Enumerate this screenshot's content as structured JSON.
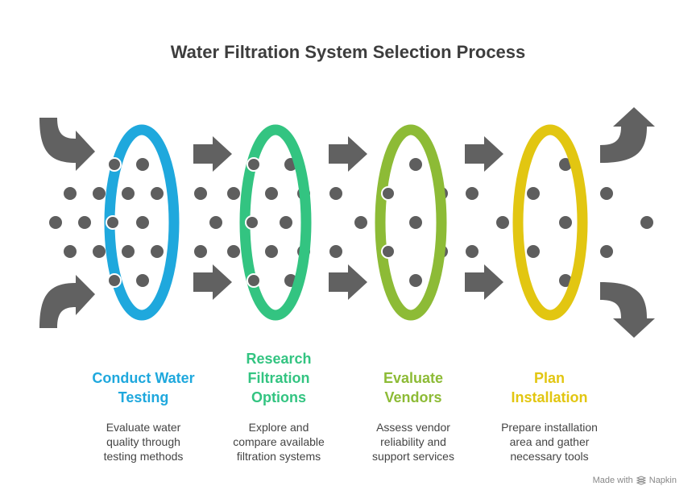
{
  "title": "Water Filtration System Selection Process",
  "steps": [
    {
      "title": "Conduct Water\nTesting",
      "description": "Evaluate water\nquality through\ntesting methods",
      "color": "#1fa8dd"
    },
    {
      "title": "Research\nFiltration\nOptions",
      "description": "Explore and\ncompare available\nfiltration systems",
      "color": "#33c481"
    },
    {
      "title": "Evaluate\nVendors",
      "description": "Assess vendor\nreliability and\nsupport services",
      "color": "#8dbb36"
    },
    {
      "title": "Plan\nInstallation",
      "description": "Prepare installation\narea and gather\nnecessary tools",
      "color": "#e2c611"
    }
  ],
  "colors": {
    "arrow": "#616161",
    "dot": "#5e5e5e",
    "title": "#3d3d3d"
  },
  "footer": {
    "made_with": "Made with",
    "brand": "Napkin"
  }
}
